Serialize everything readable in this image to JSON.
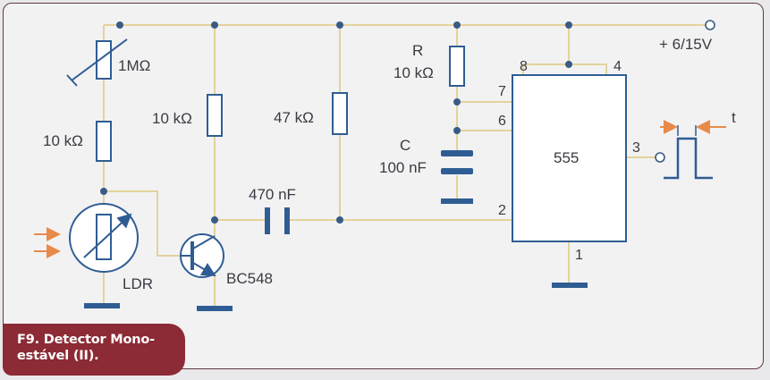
{
  "figure": {
    "caption_line1": "F9. Detector Mono-",
    "caption_line2": "estável (II)."
  },
  "components": {
    "pot": "1MΩ",
    "r1": "10 kΩ",
    "ldr": "LDR",
    "r2": "10 kΩ",
    "transistor": "BC548",
    "capacitor_coupling": "470 nF",
    "r3": "47 kΩ",
    "timing_r_name": "R",
    "timing_r_value": "10 kΩ",
    "timing_c_name": "C",
    "timing_c_value": "100 nF",
    "ic": "555",
    "supply": "+ 6/15V",
    "pulse_width": "t"
  },
  "pins": {
    "p8": "8",
    "p4": "4",
    "p7": "7",
    "p6": "6",
    "p3": "3",
    "p2": "2",
    "p1": "1"
  },
  "colors": {
    "wire": "#e3d39a",
    "component": "#2f5d93",
    "node": "#3a5b86",
    "arrow": "#e88a4a",
    "caption_bg": "#8c2a35"
  }
}
